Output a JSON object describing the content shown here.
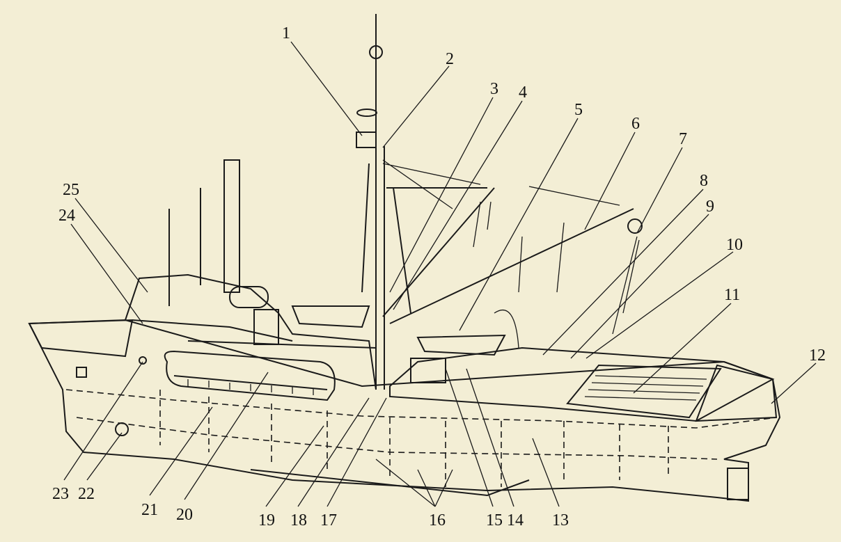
{
  "labels": [
    "1",
    "2",
    "3",
    "4",
    "5",
    "6",
    "7",
    "8",
    "9",
    "10",
    "11",
    "12",
    "13",
    "14",
    "15",
    "16",
    "17",
    "18",
    "19",
    "20",
    "21",
    "22",
    "23",
    "24",
    "25"
  ]
}
